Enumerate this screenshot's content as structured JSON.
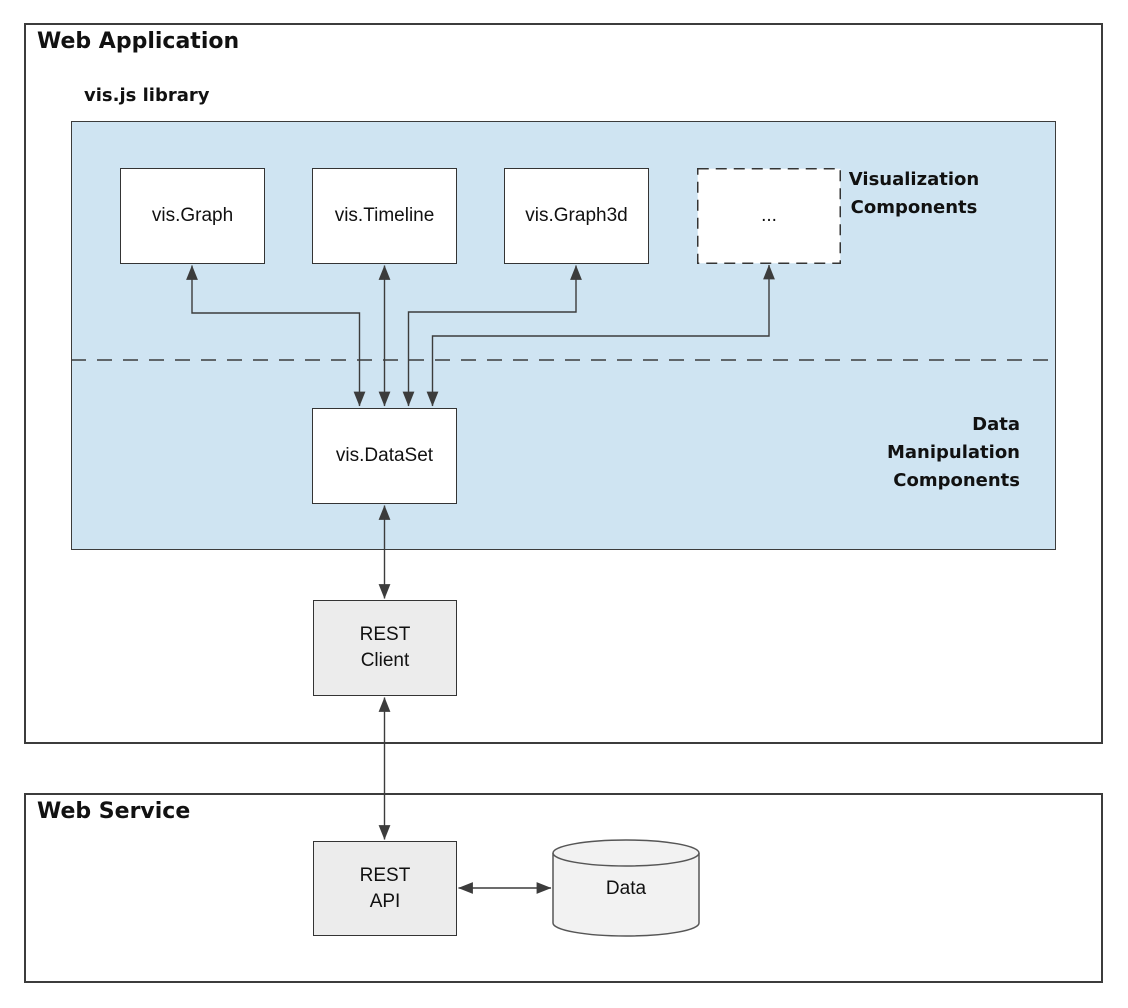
{
  "diagram": {
    "web_application": {
      "title": "Web Application",
      "library": {
        "title": "vis.js library",
        "components": [
          {
            "label": "vis.Graph"
          },
          {
            "label": "vis.Timeline"
          },
          {
            "label": "vis.Graph3d"
          },
          {
            "label": "..."
          }
        ],
        "visualization_label": "Visualization\nComponents",
        "dataset_label": "vis.DataSet",
        "data_manipulation_label": "Data\nManipulation\nComponents"
      },
      "rest_client_label": "REST\nClient"
    },
    "web_service": {
      "title": "Web Service",
      "rest_api_label": "REST\nAPI",
      "database_label": "Data"
    },
    "colors": {
      "library_fill": "#cfe4f2",
      "node_white_fill": "#ffffff",
      "node_gray_fill": "#ececec",
      "database_fill": "#f2f2f2",
      "border": "#3c3c3c",
      "arrow": "#3c3c3c",
      "text": "#111111"
    }
  }
}
